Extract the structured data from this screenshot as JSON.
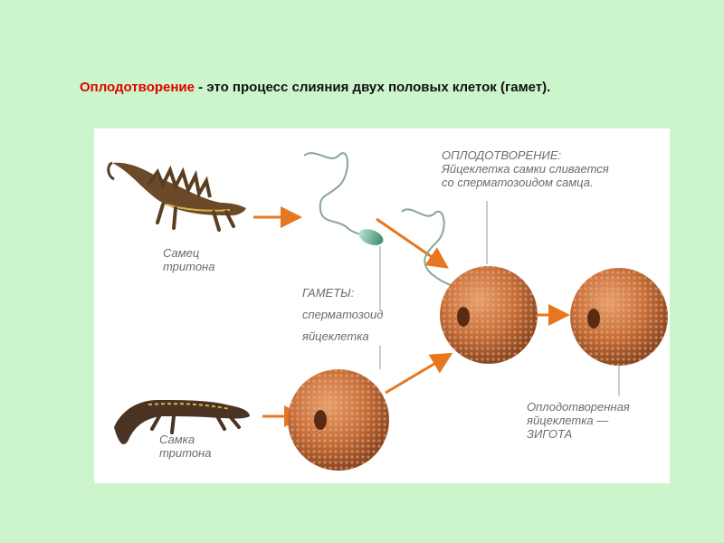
{
  "heading": {
    "term": "Оплодотворение",
    "rest": " - это процесс слияния двух половых клеток (гамет)."
  },
  "labels": {
    "male_line1": "Самец",
    "male_line2": "тритона",
    "female_line1": "Самка",
    "female_line2": "тритона",
    "gametes_title": "ГАМЕТЫ:",
    "gametes_sperm": "сперматозоид",
    "gametes_egg": "яйцеклетка",
    "fert_title": "ОПЛОДОТВОРЕНИЕ:",
    "fert_line1": "Яйцеклетка самки сливается",
    "fert_line2": "со сперматозоидом самца.",
    "zygote_line1": "Оплодотворенная",
    "zygote_line2": "яйцеклетка —",
    "zygote_line3": "ЗИГОТА"
  },
  "colors": {
    "background": "#ccf5cc",
    "term": "#e00000",
    "arrow": "#e8761e",
    "egg": "#c9703c",
    "label": "#6b6b6b"
  }
}
